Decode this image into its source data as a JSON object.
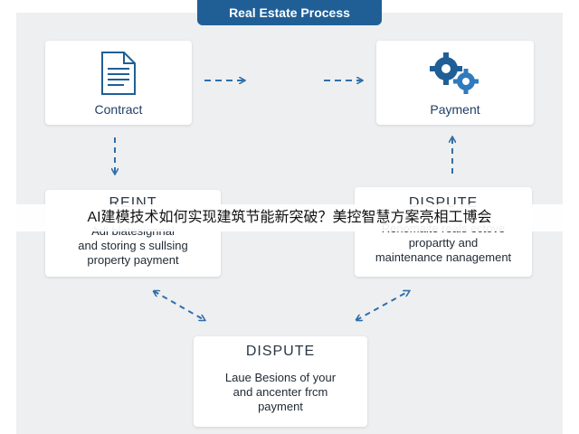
{
  "diagram": {
    "title": "Real Estate Process",
    "nodes": {
      "contract": {
        "label": "Contract",
        "icon": "document-icon"
      },
      "payment": {
        "label": "Payment",
        "icon": "gears-icon"
      },
      "reint": {
        "heading": "REINT",
        "body": "Adi blatesignnal\nand storing s sullsing\nproperty payment"
      },
      "dispute_right": {
        "heading": "DISPUTE",
        "body": "Renomaite reals ectove\npropartty and\nmaintenance nanagement"
      },
      "dispute_bottom": {
        "heading": "DISPUTE",
        "body": "Laue Besions of your\nand ancenter frcm\npayment"
      }
    },
    "colors": {
      "accent": "#1f5f96",
      "arrow": "#2f6fa8",
      "panel": "#eeeff1"
    }
  },
  "overlay": {
    "caption": "AI建模技术如何实现建筑节能新突破？美控智慧方案亮相工博会"
  }
}
